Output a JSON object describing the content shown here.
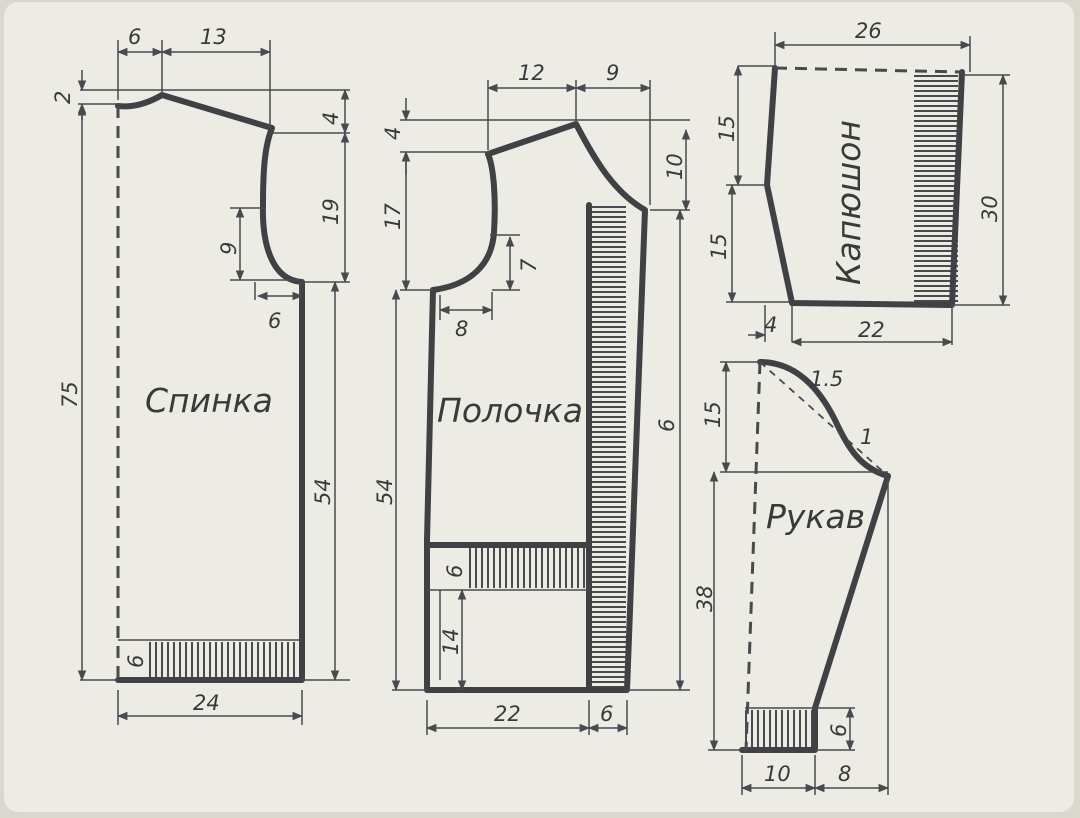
{
  "pieces": {
    "back": {
      "title": "Спинка",
      "dims": [
        "6",
        "13",
        "2",
        "4",
        "19",
        "9",
        "6",
        "75",
        "54",
        "6",
        "24"
      ]
    },
    "front": {
      "title": "Полочка",
      "dims": [
        "12",
        "9",
        "4",
        "10",
        "17",
        "7",
        "8",
        "54",
        "6",
        "6",
        "14",
        "22",
        "6"
      ]
    },
    "hood": {
      "title": "Капюшон",
      "dims": [
        "26",
        "15",
        "15",
        "30",
        "4",
        "22"
      ]
    },
    "sleeve": {
      "title": "Рукав",
      "dims": [
        "1.5",
        "15",
        "1",
        "38",
        "6",
        "10",
        "8"
      ]
    }
  }
}
